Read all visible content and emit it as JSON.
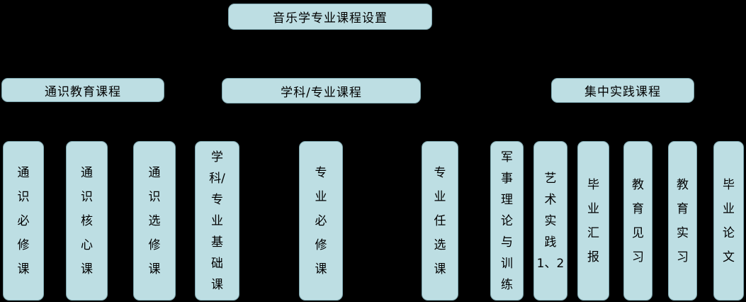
{
  "colors": {
    "background": "#000000",
    "box_fill": "#bddee3",
    "box_border": "#7fa8b0",
    "text": "#000000"
  },
  "tree": {
    "root": {
      "label": "音乐学专业课程设置"
    },
    "branches": [
      {
        "label": "通识教育课程",
        "children": [
          {
            "label": "通识必修课",
            "lines": [
              "通",
              "识",
              "必",
              "修",
              "课"
            ]
          },
          {
            "label": "通识核心课",
            "lines": [
              "通",
              "识",
              "核",
              "心",
              "课"
            ]
          },
          {
            "label": "通识选修课",
            "lines": [
              "通",
              "识",
              "选",
              "修",
              "课"
            ]
          }
        ]
      },
      {
        "label": "学科/专业课程",
        "children": [
          {
            "label": "学科/专业基础课",
            "lines": [
              "学",
              "科/",
              "专",
              "业",
              "基",
              "础",
              "课"
            ]
          },
          {
            "label": "专业必修课",
            "lines": [
              "专",
              "业",
              "必",
              "修",
              "课"
            ]
          },
          {
            "label": "专业任选课",
            "lines": [
              "专",
              "业",
              "任",
              "选",
              "课"
            ]
          }
        ]
      },
      {
        "label": "集中实践课程",
        "children": [
          {
            "label": "军事理论与训练",
            "lines": [
              "军",
              "事",
              "理",
              "论",
              "与",
              "训",
              "练"
            ]
          },
          {
            "label": "艺术实践1、2",
            "lines": [
              "艺",
              "术",
              "实",
              "践",
              "1、2"
            ]
          },
          {
            "label": "毕业汇报",
            "lines": [
              "毕",
              "业",
              "汇",
              "报"
            ]
          },
          {
            "label": "教育见习",
            "lines": [
              "教",
              "育",
              "见",
              "习"
            ]
          },
          {
            "label": "教育实习",
            "lines": [
              "教",
              "育",
              "实",
              "习"
            ]
          },
          {
            "label": "毕业论文",
            "lines": [
              "毕",
              "业",
              "论",
              "文"
            ]
          }
        ]
      }
    ]
  }
}
